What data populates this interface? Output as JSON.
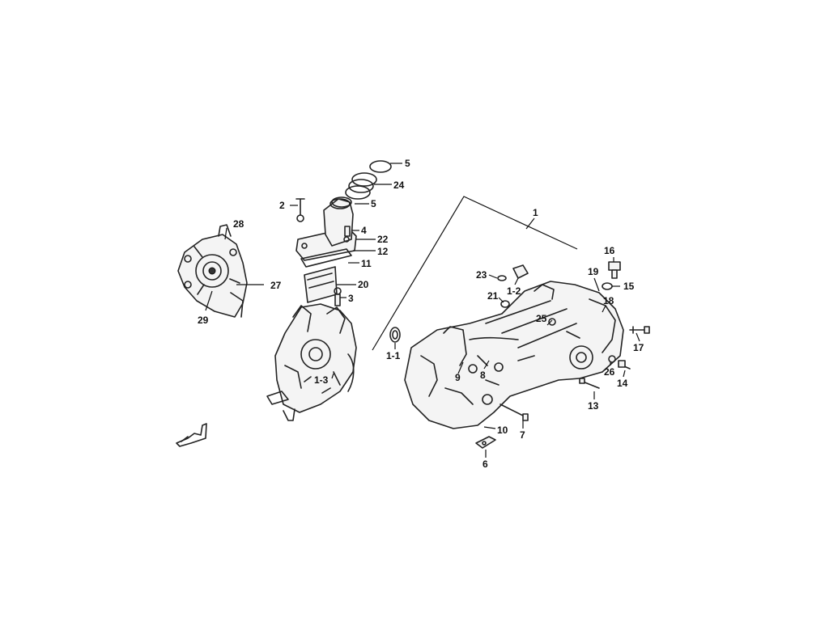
{
  "callouts": {
    "c1": "1",
    "c1_1": "1-1",
    "c1_2": "1-2",
    "c1_3": "1-3",
    "c2": "2",
    "c3": "3",
    "c4": "4",
    "c5a": "5",
    "c5b": "5",
    "c6": "6",
    "c7": "7",
    "c8": "8",
    "c9": "9",
    "c10": "10",
    "c11": "11",
    "c12": "12",
    "c13": "13",
    "c14": "14",
    "c15": "15",
    "c16": "16",
    "c17": "17",
    "c18": "18",
    "c19": "19",
    "c20": "20",
    "c21": "21",
    "c22": "22",
    "c23": "23",
    "c24": "24",
    "c25": "25",
    "c26": "26",
    "c27": "27",
    "c28": "28",
    "c29": "29"
  },
  "colors": {
    "ink": "#222222",
    "background": "#ffffff"
  }
}
